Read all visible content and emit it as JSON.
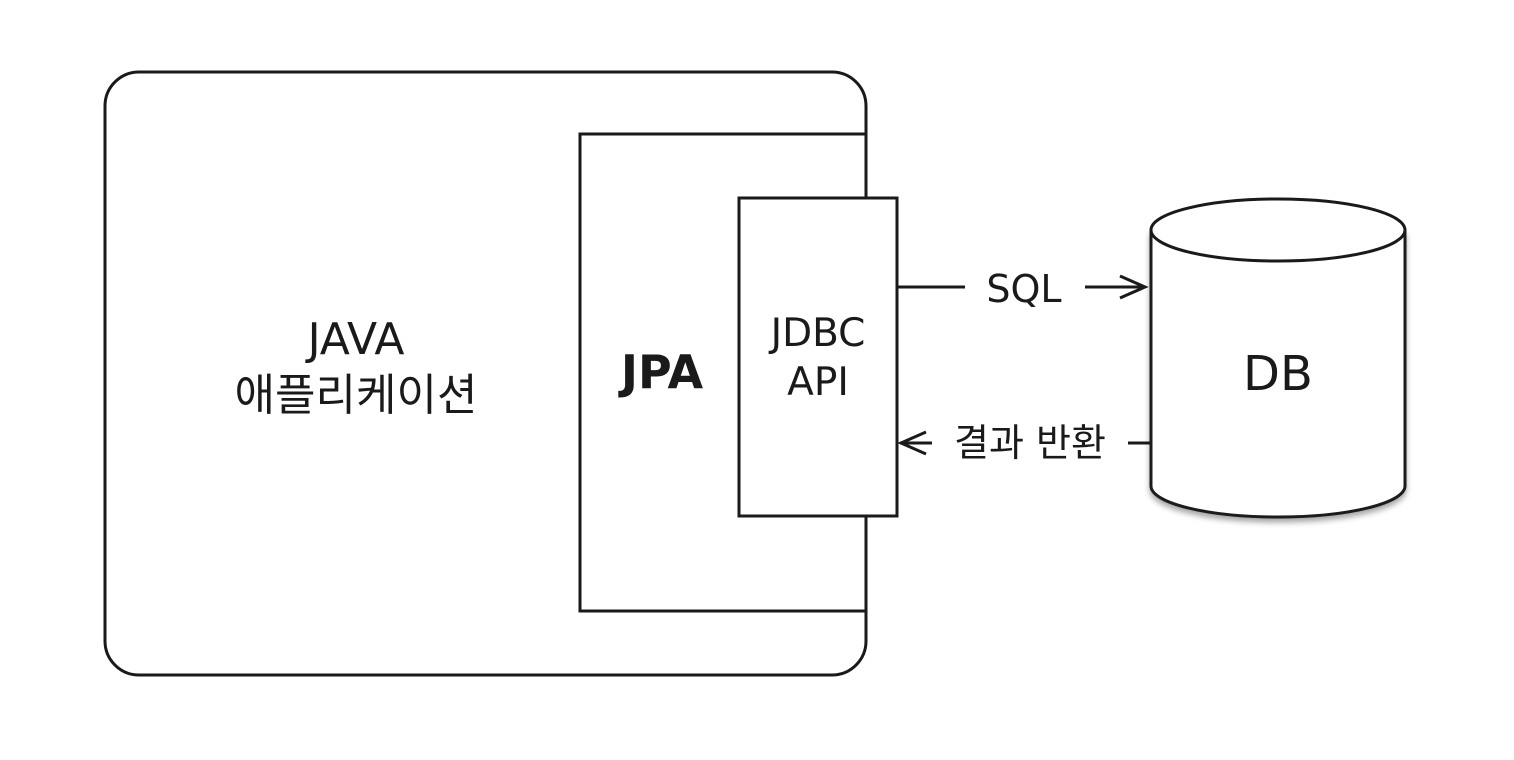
{
  "java_app": {
    "line1": "JAVA",
    "line2": "애플리케이션"
  },
  "jpa": {
    "label": "JPA"
  },
  "jdbc": {
    "line1": "JDBC",
    "line2": "API"
  },
  "flows": {
    "sql": "SQL",
    "result": "결과 반환"
  },
  "database": {
    "label": "DB"
  }
}
